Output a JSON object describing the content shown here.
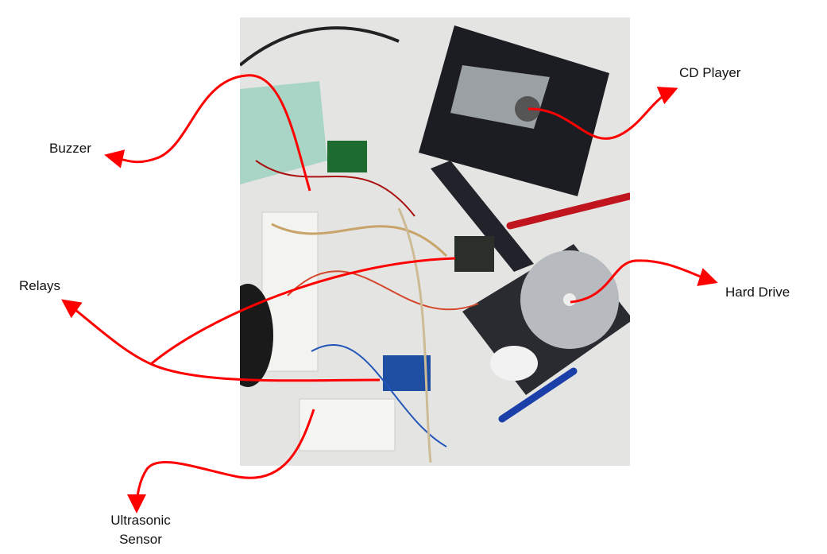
{
  "labels": {
    "cd_player": "CD Player",
    "buzzer": "Buzzer",
    "relays": "Relays",
    "hard_drive": "Hard Drive",
    "ultrasonic_line1": "Ultrasonic",
    "ultrasonic_line2": "Sensor"
  },
  "colors": {
    "arrow": "#ff0000",
    "background": "#ffffff"
  }
}
